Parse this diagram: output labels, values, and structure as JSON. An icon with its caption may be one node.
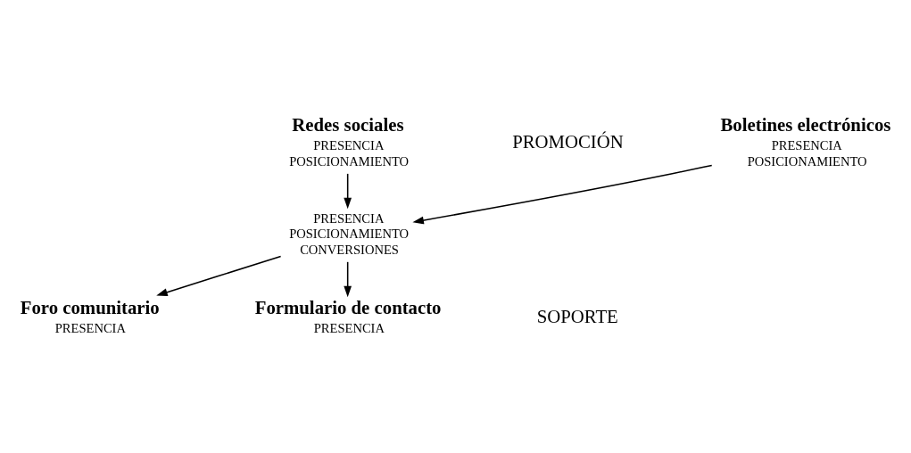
{
  "diagram": {
    "nodes": [
      {
        "text": [
          "Boletines electrónicos",
          "PRESENCIA",
          "POSICIONAMIENTO"
        ]
      },
      {
        "text": [
          "Redes sociales",
          "PRESENCIA",
          "POSICIONAMIENTO"
        ]
      },
      {
        "text": [
          "PRESENCIA",
          "POSICIONAMIENTO",
          "CONVERSIONES"
        ]
      },
      {
        "text": [
          "Formulario de contacto",
          "PRESENCIA"
        ]
      },
      {
        "text": [
          "Foro comunitario",
          "PRESENCIA"
        ]
      }
    ],
    "edges": [
      {
        "from": 0,
        "to": 2,
        "arrow": "to"
      },
      {
        "from": 1,
        "to": 2,
        "arrow": "to"
      },
      {
        "from": 2,
        "to": 3,
        "arrow": "to"
      },
      {
        "from": 2,
        "to": 4,
        "arrow": "to"
      }
    ],
    "labels": [
      "PROMOCIÓN",
      "SOPORTE"
    ]
  }
}
